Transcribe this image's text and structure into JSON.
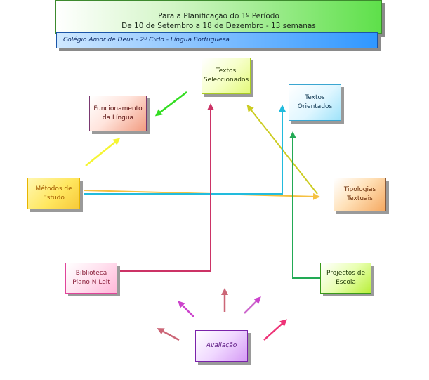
{
  "header": {
    "line1": "Para a Planificação do 1º Período",
    "line2": "De 10 de Setembro a 18 de Dezembro - 13 semanas"
  },
  "subheader": "Colégio Amor de Deus - 2º Ciclo - Língua Portuguesa",
  "nodes": {
    "textos_seleccionados": {
      "line1": "Textos",
      "line2": "Seleccionados"
    },
    "textos_orientados": {
      "line1": "Textos",
      "line2": "Orientados"
    },
    "funcionamento_lingua": {
      "line1": "Funcionamento",
      "line2": "da Língua"
    },
    "metodos_estudo": {
      "line1": "Métodos de",
      "line2": "Estudo"
    },
    "tipologias_textuais": {
      "line1": "Tipologias",
      "line2": "Textuais"
    },
    "biblioteca": {
      "line1": "Biblioteca",
      "line2": "Plano N Leit"
    },
    "projectos_escola": {
      "line1": "Projectos de",
      "line2": "Escola"
    },
    "avaliacao": {
      "line1": "Avaliação"
    }
  },
  "colors": {
    "green_arrow": "#33dd22",
    "yellow_arrow": "#f5f533",
    "olive_arrow": "#cccc22",
    "orange_arrow": "#f5c040",
    "cyan_arrow": "#22bbdd",
    "crimson_arrow": "#cc3366",
    "darkgreen_arrow": "#22aa55",
    "magenta_arrow": "#cc44cc",
    "rose_arrow": "#cc6677",
    "pink_arrow": "#ee3377"
  }
}
